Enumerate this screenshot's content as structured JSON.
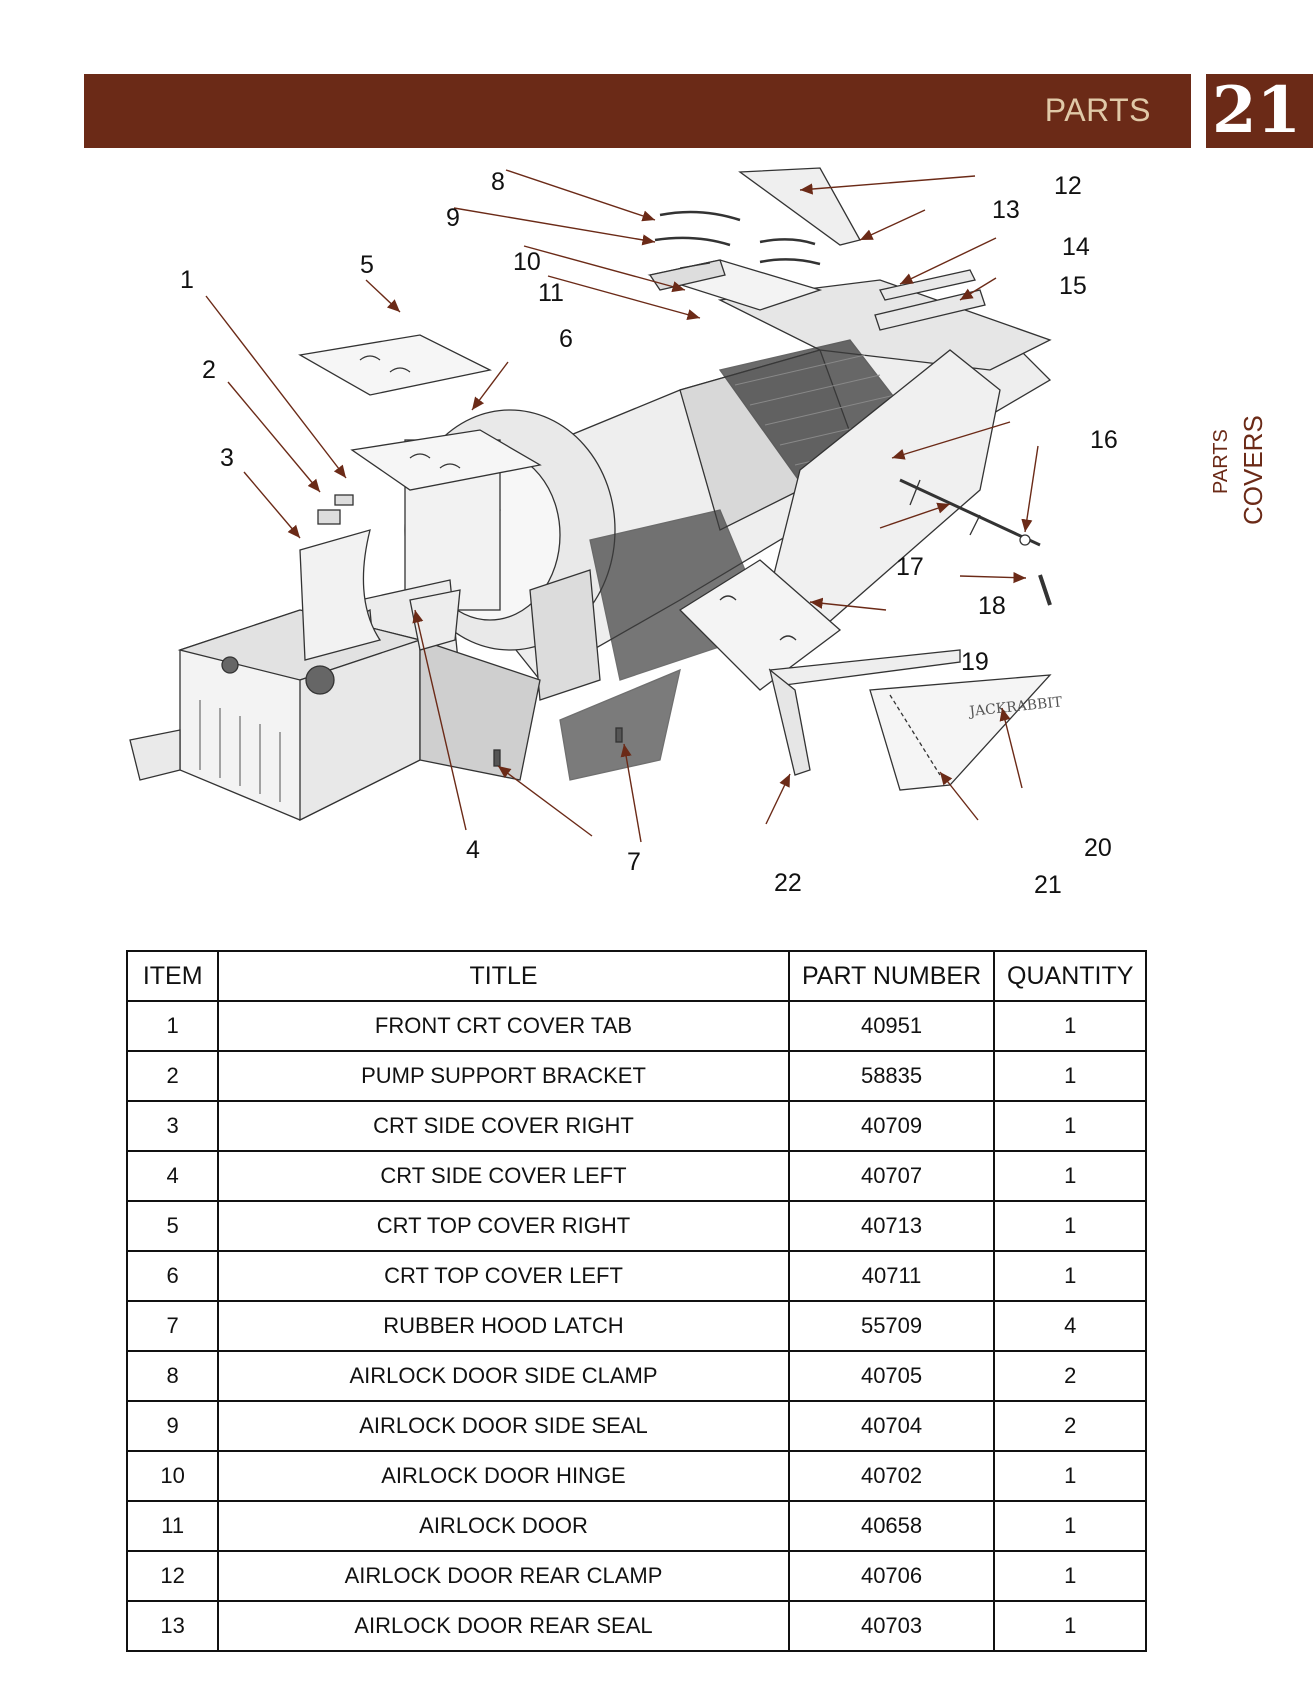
{
  "header": {
    "title": "PARTS",
    "page_number": "21"
  },
  "side_tab": {
    "section": "PARTS",
    "subsection": "COVERS"
  },
  "diagram": {
    "logo_text": "JACKRABBIT",
    "callouts": [
      "1",
      "2",
      "3",
      "4",
      "5",
      "6",
      "7",
      "8",
      "9",
      "10",
      "11",
      "12",
      "13",
      "14",
      "15",
      "16",
      "17",
      "18",
      "19",
      "20",
      "21",
      "22"
    ]
  },
  "table": {
    "headers": {
      "item": "ITEM",
      "title": "TITLE",
      "part_number": "PART NUMBER",
      "quantity": "QUANTITY"
    },
    "rows": [
      {
        "item": "1",
        "title": "FRONT CRT COVER TAB",
        "part_number": "40951",
        "quantity": "1"
      },
      {
        "item": "2",
        "title": "PUMP SUPPORT BRACKET",
        "part_number": "58835",
        "quantity": "1"
      },
      {
        "item": "3",
        "title": "CRT SIDE COVER RIGHT",
        "part_number": "40709",
        "quantity": "1"
      },
      {
        "item": "4",
        "title": "CRT SIDE COVER LEFT",
        "part_number": "40707",
        "quantity": "1"
      },
      {
        "item": "5",
        "title": "CRT TOP COVER RIGHT",
        "part_number": "40713",
        "quantity": "1"
      },
      {
        "item": "6",
        "title": "CRT TOP COVER LEFT",
        "part_number": "40711",
        "quantity": "1"
      },
      {
        "item": "7",
        "title": "RUBBER HOOD LATCH",
        "part_number": "55709",
        "quantity": "4"
      },
      {
        "item": "8",
        "title": "AIRLOCK DOOR SIDE CLAMP",
        "part_number": "40705",
        "quantity": "2"
      },
      {
        "item": "9",
        "title": "AIRLOCK DOOR SIDE SEAL",
        "part_number": "40704",
        "quantity": "2"
      },
      {
        "item": "10",
        "title": "AIRLOCK DOOR HINGE",
        "part_number": "40702",
        "quantity": "1"
      },
      {
        "item": "11",
        "title": "AIRLOCK DOOR",
        "part_number": "40658",
        "quantity": "1"
      },
      {
        "item": "12",
        "title": "AIRLOCK DOOR REAR CLAMP",
        "part_number": "40706",
        "quantity": "1"
      },
      {
        "item": "13",
        "title": "AIRLOCK DOOR REAR SEAL",
        "part_number": "40703",
        "quantity": "1"
      }
    ]
  }
}
